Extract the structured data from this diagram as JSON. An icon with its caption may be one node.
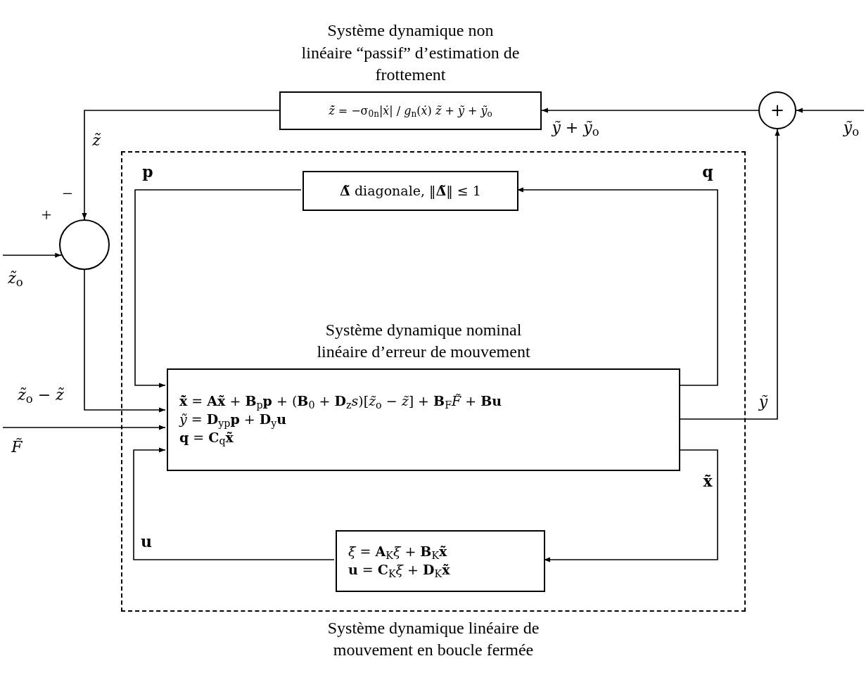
{
  "diagram": {
    "nodes": [
      {
        "text": [
          "Système dynamique non linéaire “passif” d’estimation de frottement",
          "*z̃̇* = −σ$_{0n}$|*ẋ*| / *g*$_{n}$(*ẋ*) *z̃* + *ỹ* + *ỹ*$_{o}$"
        ]
      },
      {
        "text": [
          "+"
        ]
      },
      {
        "text": [],
        "shape": "circle",
        "beside": [
          "+",
          "−"
        ]
      },
      {
        "text": [
          "Système dynamique linéaire de mouvement en boucle fermée"
        ]
      },
      {
        "text": [
          "**Δ̃** diagonale, ‖**Δ̃**‖ ≤ 1"
        ],
        "in": 3
      },
      {
        "text": [
          "Système dynamique nominal linéaire d’erreur de mouvement",
          "**x̃̇** = **Ax̃** + **B**$_{p}$**p** + (**B**$_{0}$ + **D**$_{z}$*s*)[*z̃*$_{o}$ − *z̃*] + **B**$_{F}$*F̃* + **Bu**",
          "*ỹ* = **D**$_{yp}$**p** + **D**$_{y}$**u**",
          "**q** = **C**$_{q}$**x̃**"
        ],
        "in": 3
      },
      {
        "text": [
          "*ξ̇* = **A**$_{K}$*ξ* + **B**$_{K}$**x̃**",
          "**u** = **C**$_{K}$*ξ* + **D**$_{K}$**x̃**"
        ],
        "in": 3
      }
    ],
    "edges": [
      {
        "from": 0,
        "to": 2,
        "arrow": "to",
        "label": "*z̃*"
      },
      {
        "from": 1,
        "to": 0,
        "arrow": "to",
        "label": "*ỹ* + *ỹ*$_{o}$"
      },
      {
        "from": null,
        "to": 1,
        "arrow": "to",
        "label": "*ỹ*$_{o}$"
      },
      {
        "from": 5,
        "to": 1,
        "arrow": "to",
        "label": "*ỹ*"
      },
      {
        "from": null,
        "to": 2,
        "arrow": "to",
        "label": "*z̃*$_{o}$"
      },
      {
        "from": 2,
        "to": 5,
        "arrow": "to",
        "label": "*z̃*$_{o}$ − *z̃*"
      },
      {
        "from": null,
        "to": 5,
        "arrow": "to",
        "label": "*F̃*"
      },
      {
        "from": 5,
        "to": 4,
        "arrow": "to",
        "label": "**q**"
      },
      {
        "from": 4,
        "to": 5,
        "arrow": "to",
        "label": "**p**"
      },
      {
        "from": 5,
        "to": 6,
        "arrow": "to",
        "label": "**x̃**"
      },
      {
        "from": 6,
        "to": 5,
        "arrow": "to",
        "label": "**u**"
      }
    ]
  }
}
